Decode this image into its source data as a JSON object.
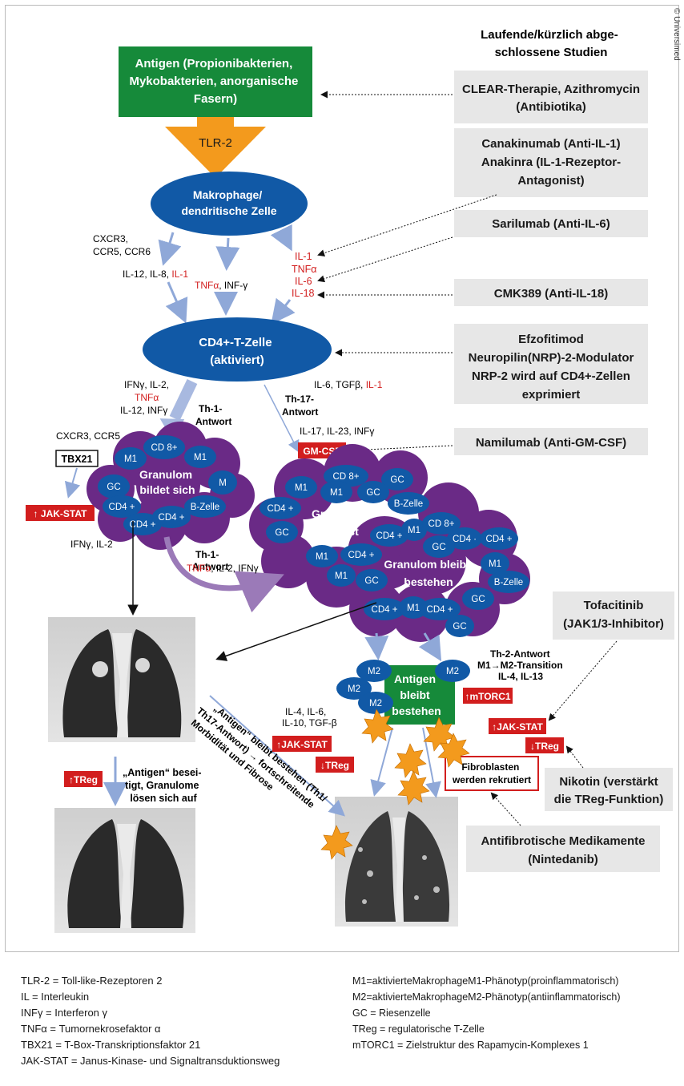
{
  "copyright": "© Universimed",
  "studies_heading": [
    "Laufende/kürzlich abge-",
    "schlossene Studien"
  ],
  "antigen_box": [
    "Antigen (Propionibakterien,",
    "Mykobakterien, anorganische",
    "Fasern)"
  ],
  "tlr2": "TLR-2",
  "macrophage": [
    "Makrophage/",
    "dendritische Zelle"
  ],
  "cd4_cell": [
    "CD4+-T-Zelle",
    "(aktiviert)"
  ],
  "chemokines_top": [
    "CXCR3,",
    "CCR5, CCR6"
  ],
  "cytokines_left": {
    "black": "IL-12, IL-8, ",
    "red": "IL-1"
  },
  "cytokines_mid": {
    "red": "TNFα",
    "black": ", INF-γ"
  },
  "cytokines_right": [
    "IL-1",
    "TNFα",
    "IL-6",
    "IL-18"
  ],
  "studies": {
    "clear": [
      "CLEAR-Therapie, Azithromycin",
      "(Antibiotika)"
    ],
    "canakinumab": [
      "Canakinumab (Anti-IL-1)",
      "Anakinra (IL-1-Rezeptor-",
      "Antagonist)"
    ],
    "sarilumab": "Sarilumab (Anti-IL-6)",
    "cmk389": "CMK389 (Anti-IL-18)",
    "efzofitimod": [
      "Efzofitimod",
      "Neuropilin(NRP)-2-Modulator",
      "NRP-2 wird auf CD4+-Zellen",
      "exprimiert"
    ],
    "namilumab": "Namilumab (Anti-GM-CSF)",
    "tofacitinib": [
      "Tofacitinib",
      "(JAK1/3-Inhibitor)"
    ],
    "nikotin": [
      "Nikotin (verstärkt",
      "die TReg-Funktion)"
    ],
    "antifibrotic": [
      "Antifibrotische Medikamente",
      "(Nintedanib)"
    ]
  },
  "th1_cytokines": [
    "IFNγ, IL-2,",
    "TNFα",
    "IL-12, INFγ"
  ],
  "th1_answer": [
    "Th-1-",
    "Antwort"
  ],
  "th17_cytokines": {
    "black": "IL-6, TGFβ, ",
    "red": "IL-1"
  },
  "th17_answer": [
    "Th-17-",
    "Antwort"
  ],
  "chemokines_left": "CXCR3, CCR5",
  "tbx21": "TBX21",
  "jak_stat": "JAK-STAT",
  "il17_line": "IL-17, IL-23, INFγ",
  "gmcsf": "GM-CSF",
  "granulom_left": [
    "Granulom",
    "bildet sich"
  ],
  "granulom_right_title": [
    "Granulom",
    "wächst"
  ],
  "granulom_right_sub": [
    "Granulom bleibt",
    "bestehen"
  ],
  "cells": {
    "cd8": "CD 8+",
    "m1": "M1",
    "gc": "GC",
    "cd4": "CD4 +",
    "m": "M",
    "bzelle": "B-Zelle",
    "cd4b": "CD4 ·",
    "m2": "M2"
  },
  "ifn_il2": "IFNγ, IL-2",
  "th1_answer2": [
    "Th-1-",
    "Antwort"
  ],
  "th1_cyt2": {
    "red": "TNFα",
    "black": ", IL-2, IFNγ"
  },
  "antigen_persists": [
    "Antigen",
    "bleibt",
    "bestehen"
  ],
  "th2_answer": [
    "Th-2-Antwort",
    "M1→M2-Transition",
    "IL-4, IL-13"
  ],
  "mtorc1": "mTORC1",
  "th2_cytokines": [
    "IL-4, IL-6,",
    "IL-10, TGF-β"
  ],
  "treg": "TReg",
  "antigen_removed": [
    "„Antigen“ besei-",
    "tigt, Granulome",
    "lösen sich auf"
  ],
  "diagonal_text": [
    "„Antigen“ bleibt bestehen (Th1/",
    "Th17-Antwort) → fortschreitende",
    "Morbidität und Fibrose"
  ],
  "fibroblasts": [
    "Fibroblasten",
    "werden rekrutiert"
  ],
  "legend_left": [
    "TLR-2 = Toll-like-Rezeptoren 2",
    "IL = Interleukin",
    "INFγ = Interferon γ",
    "TNFα = Tumornekrosefaktor α",
    "TBX21 = T-Box-Transkriptionsfaktor 21",
    "JAK-STAT = Janus-Kinase- und Signaltransduktionsweg"
  ],
  "legend_right": [
    "M1=aktivierteMakrophageM1-Phänotyp(proinflammatorisch)",
    "M2=aktivierteMakrophageM2-Phänotyp(antiinflammatorisch)",
    "GC = Riesenzelle",
    "TReg = regulatorische T-Zelle",
    "mTORC1 = Zielstruktur des Rapamycin-Komplexes 1"
  ],
  "colors": {
    "green": "#168a3a",
    "blue": "#1159a6",
    "purple": "#6a2a86",
    "orange": "#f39a1d",
    "red": "#d21e1e",
    "arrow": "#8fa8d8",
    "gray": "#e7e7e7"
  }
}
